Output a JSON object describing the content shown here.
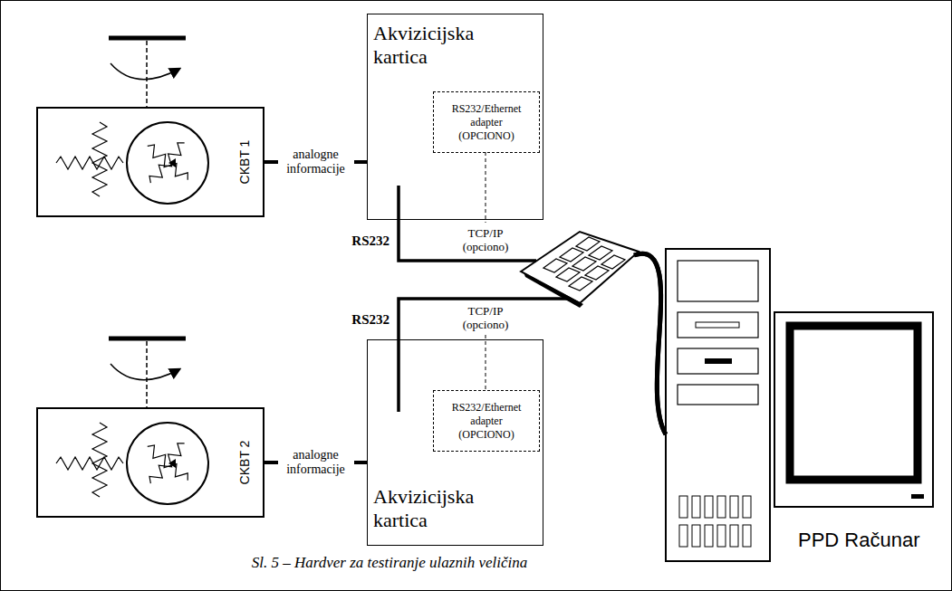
{
  "diagram": {
    "caption": "Sl. 5 – Hardver za testiranje ulaznih veličina",
    "nodes": [
      {
        "text": [
          "CKBT 1"
        ]
      },
      {
        "text": [
          "Akvizicijska kartica"
        ]
      },
      {
        "text": [
          "RS232/Ethernet adapter (OPCIONO)"
        ],
        "in": 1
      },
      {
        "text": [
          "CKBT 2"
        ]
      },
      {
        "text": [
          "Akvizicijska kartica"
        ]
      },
      {
        "text": [
          "RS232/Ethernet adapter (OPCIONO)"
        ],
        "in": 4
      },
      {
        "text": [
          "PPD Računar"
        ]
      }
    ],
    "edges": [
      {
        "from": 0,
        "to": 1,
        "label": "analogne informacije",
        "arrow": "none"
      },
      {
        "from": 3,
        "to": 4,
        "label": "analogne informacije",
        "arrow": "none"
      },
      {
        "from": 1,
        "to": 6,
        "label": "RS232",
        "arrow": "none"
      },
      {
        "from": 4,
        "to": 6,
        "label": "RS232",
        "arrow": "none"
      }
    ],
    "labels": [
      "TCP/IP (opciono)",
      "TCP/IP (opciono)"
    ]
  }
}
